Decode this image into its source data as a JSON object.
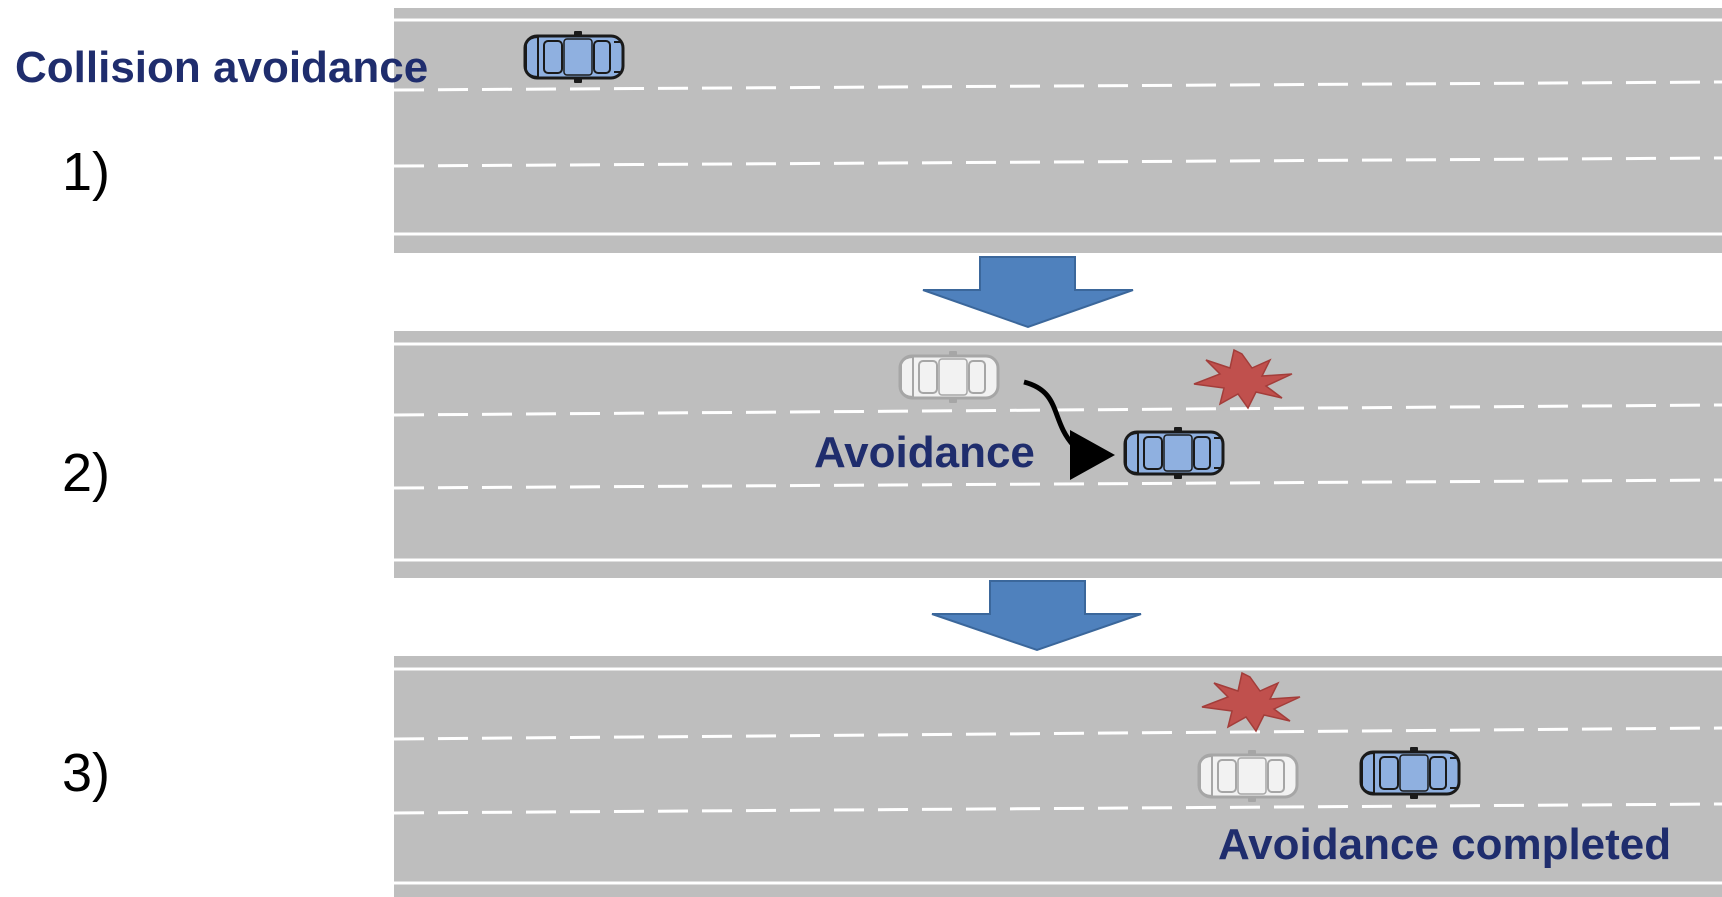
{
  "title": "Collision avoidance",
  "steps": [
    "1)",
    "2)",
    "3)"
  ],
  "annotations": {
    "avoidance": "Avoidance",
    "avoidance_completed": "Avoidance completed"
  },
  "icons": {
    "ego_car": "car-top-view-icon",
    "ghost_car": "previous-position-car-icon",
    "obstacle": "collision-burst-icon",
    "step_arrow": "down-arrow-icon",
    "path_arrow": "curved-lane-change-arrow-icon"
  },
  "colors": {
    "road": "#bebebe",
    "lane_marking": "#ffffff",
    "car": "#8fb0e0",
    "ghost_car": "#f2f2f2",
    "obstacle": "#c0504d",
    "step_arrow": "#4f81bd",
    "label_text": "#1f2d6d"
  }
}
